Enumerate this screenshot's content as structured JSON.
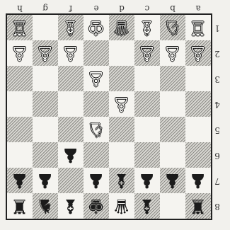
{
  "board": {
    "files_display": [
      "h",
      "g",
      "f",
      "e",
      "d",
      "c",
      "b",
      "a"
    ],
    "ranks_display": [
      "1",
      "2",
      "3",
      "4",
      "5",
      "6",
      "7",
      "8"
    ],
    "orientation": "black-at-bottom, labels upside down"
  },
  "pieces": [
    {
      "square": "a1",
      "color": "white",
      "type": "rook",
      "icon": "rook-icon"
    },
    {
      "square": "b1",
      "color": "white",
      "type": "knight",
      "icon": "knight-icon"
    },
    {
      "square": "c1",
      "color": "white",
      "type": "bishop",
      "icon": "bishop-icon"
    },
    {
      "square": "d1",
      "color": "white",
      "type": "queen",
      "icon": "queen-icon"
    },
    {
      "square": "e1",
      "color": "white",
      "type": "king",
      "icon": "king-icon"
    },
    {
      "square": "f1",
      "color": "white",
      "type": "bishop",
      "icon": "bishop-icon"
    },
    {
      "square": "h1",
      "color": "white",
      "type": "rook",
      "icon": "rook-icon"
    },
    {
      "square": "a2",
      "color": "white",
      "type": "pawn",
      "icon": "pawn-icon"
    },
    {
      "square": "b2",
      "color": "white",
      "type": "pawn",
      "icon": "pawn-icon"
    },
    {
      "square": "c2",
      "color": "white",
      "type": "pawn",
      "icon": "pawn-icon"
    },
    {
      "square": "f2",
      "color": "white",
      "type": "pawn",
      "icon": "pawn-icon"
    },
    {
      "square": "g2",
      "color": "white",
      "type": "pawn",
      "icon": "pawn-icon"
    },
    {
      "square": "h2",
      "color": "white",
      "type": "pawn",
      "icon": "pawn-icon"
    },
    {
      "square": "e3",
      "color": "white",
      "type": "pawn",
      "icon": "pawn-icon"
    },
    {
      "square": "d4",
      "color": "white",
      "type": "pawn",
      "icon": "pawn-icon"
    },
    {
      "square": "e5",
      "color": "white",
      "type": "knight",
      "icon": "knight-icon"
    },
    {
      "square": "f6",
      "color": "black",
      "type": "pawn",
      "icon": "pawn-icon"
    },
    {
      "square": "a7",
      "color": "black",
      "type": "pawn",
      "icon": "pawn-icon"
    },
    {
      "square": "b7",
      "color": "black",
      "type": "pawn",
      "icon": "pawn-icon"
    },
    {
      "square": "c7",
      "color": "black",
      "type": "pawn",
      "icon": "pawn-icon"
    },
    {
      "square": "d7",
      "color": "black",
      "type": "bishop",
      "icon": "bishop-icon"
    },
    {
      "square": "e7",
      "color": "black",
      "type": "pawn",
      "icon": "pawn-icon"
    },
    {
      "square": "g7",
      "color": "black",
      "type": "pawn",
      "icon": "pawn-icon"
    },
    {
      "square": "h7",
      "color": "black",
      "type": "pawn",
      "icon": "pawn-icon"
    },
    {
      "square": "a8",
      "color": "black",
      "type": "rook",
      "icon": "rook-icon"
    },
    {
      "square": "c8",
      "color": "black",
      "type": "bishop",
      "icon": "bishop-icon"
    },
    {
      "square": "d8",
      "color": "black",
      "type": "queen",
      "icon": "queen-icon"
    },
    {
      "square": "e8",
      "color": "black",
      "type": "king",
      "icon": "king-icon"
    },
    {
      "square": "f8",
      "color": "black",
      "type": "bishop",
      "icon": "bishop-icon"
    },
    {
      "square": "g8",
      "color": "black",
      "type": "knight",
      "icon": "knight-icon"
    },
    {
      "square": "h8",
      "color": "black",
      "type": "rook",
      "icon": "rook-icon"
    }
  ],
  "colors": {
    "light_square": "#f5f4f0",
    "dark_square_hatch": "#8c8b86",
    "border": "#222222"
  }
}
